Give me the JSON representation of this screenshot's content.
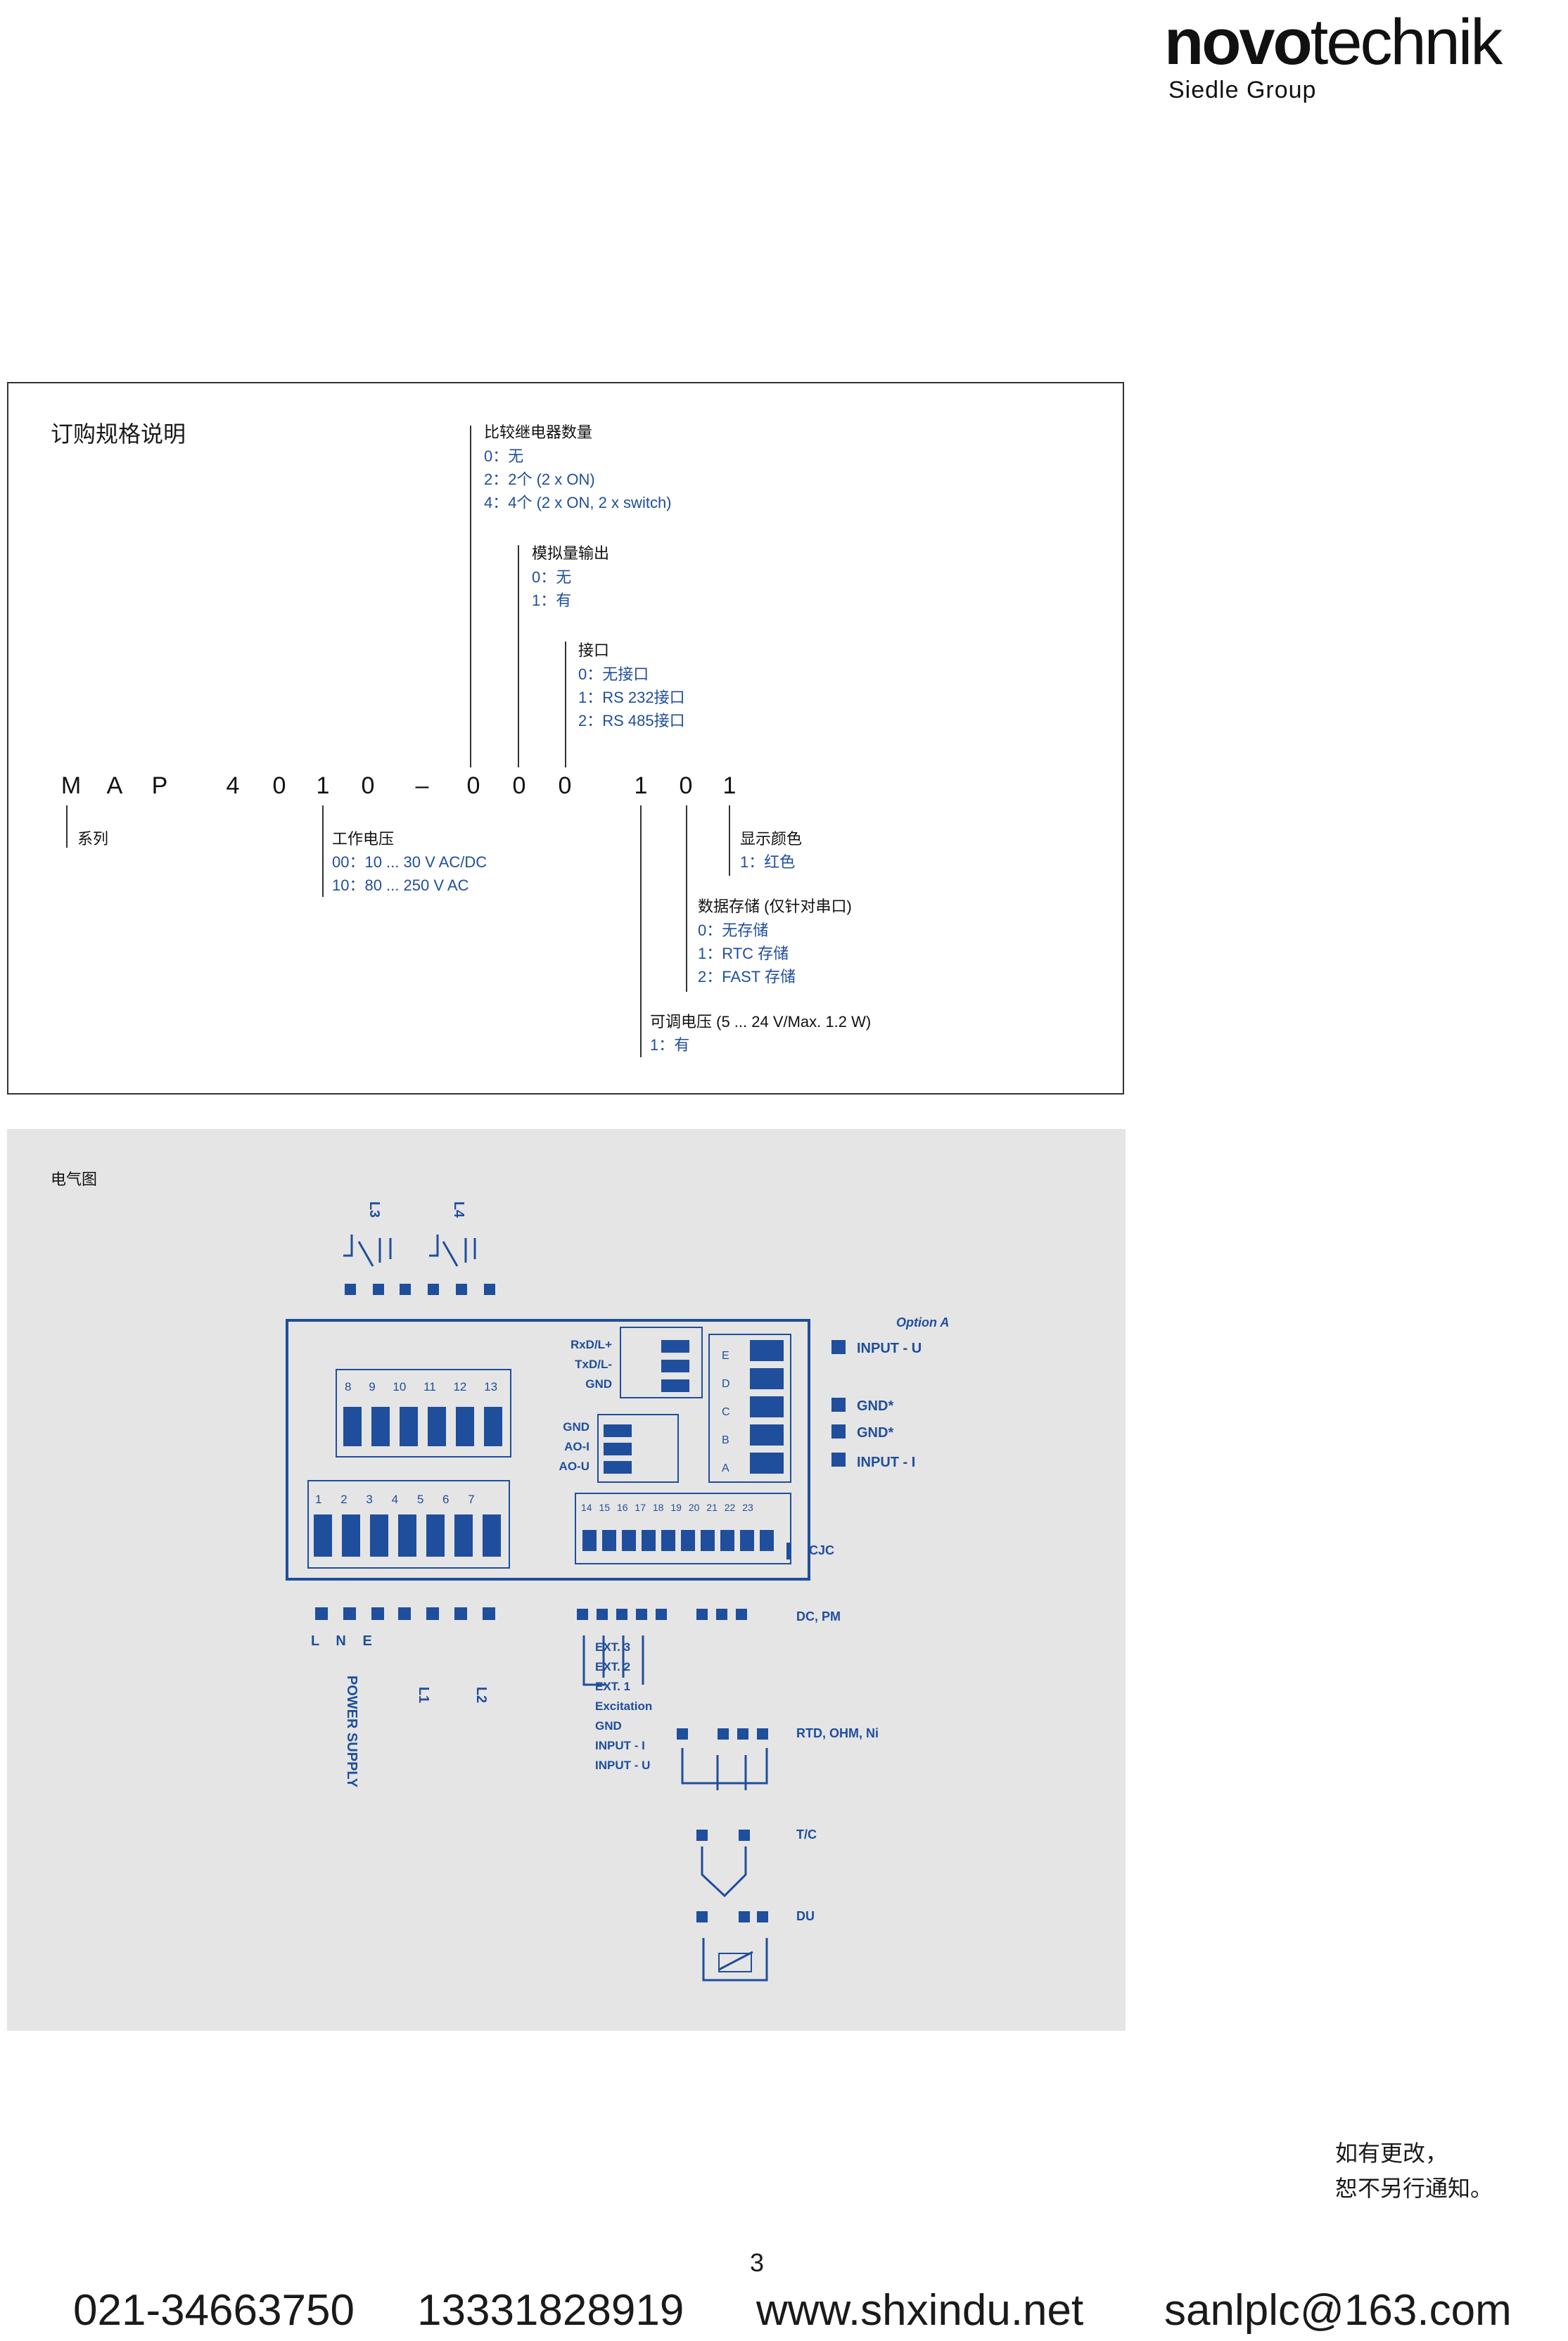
{
  "brand": {
    "bold": "novo",
    "light": "technik",
    "sub": "Siedle Group"
  },
  "ordering": {
    "title": "订购规格说明",
    "code": [
      "M",
      "A",
      "P",
      "4",
      "0",
      "1",
      "0",
      "–",
      "0",
      "0",
      "0",
      "1",
      "0",
      "1"
    ],
    "relays": {
      "head": "比较继电器数量",
      "items": [
        "0：无",
        "2：2个 (2 x ON)",
        "4：4个 (2 x ON, 2 x switch)"
      ]
    },
    "analog": {
      "head": "模拟量输出",
      "items": [
        "0：无",
        "1：有"
      ]
    },
    "interface": {
      "head": "接口",
      "items": [
        "0：无接口",
        "1：RS 232接口",
        "2：RS 485接口"
      ]
    },
    "series": {
      "head": "系列"
    },
    "voltage": {
      "head": "工作电压",
      "items": [
        "00：10 ... 30 V AC/DC",
        "10：80 ... 250 V AC"
      ]
    },
    "color": {
      "head": "显示颜色",
      "items": [
        "1：红色"
      ]
    },
    "storage": {
      "head": "数据存储 (仅针对串口)",
      "items": [
        "0：无存储",
        "1：RTC 存储",
        "2：FAST 存储"
      ]
    },
    "adjustable": {
      "head": "可调电压 (5 ... 24 V/Max. 1.2 W)",
      "items": [
        "1：有"
      ]
    }
  },
  "wiring": {
    "title": "电气图",
    "relays_top": [
      "L3",
      "L4"
    ],
    "terminals_top": [
      "8",
      "9",
      "10",
      "11",
      "12",
      "13"
    ],
    "terminals_bottom": [
      "1",
      "2",
      "3",
      "4",
      "5",
      "6",
      "7"
    ],
    "terminals_cjc": [
      "14",
      "15",
      "16",
      "17",
      "18",
      "19",
      "20",
      "21",
      "22",
      "23"
    ],
    "serial": [
      "RxD/L+",
      "TxD/L-",
      "GND"
    ],
    "analog_out": [
      "GND",
      "AO-I",
      "AO-U"
    ],
    "input_letters": [
      "E",
      "D",
      "C",
      "B",
      "A"
    ],
    "option_a": "Option A",
    "option_a_labels": [
      "INPUT - U",
      "GND*",
      "GND*",
      "INPUT - I"
    ],
    "cjc": "CJC",
    "power_labels": [
      "L",
      "N",
      "E"
    ],
    "power_supply": "POWER SUPPLY",
    "relay_bottom": [
      "L1",
      "L2"
    ],
    "ext_labels": [
      "EXT. 3",
      "EXT. 2",
      "EXT. 1",
      "Excitation",
      "GND",
      "INPUT - I",
      "INPUT - U"
    ],
    "dc_pm": "DC, PM",
    "rtd": "RTD, OHM, Ni",
    "tc": "T/C",
    "du": "DU"
  },
  "notice": [
    "如有更改，",
    "恕不另行通知。"
  ],
  "page_number": "3",
  "footer": {
    "phone1": "021-34663750",
    "phone2": "13331828919",
    "web": "www.shxindu.net",
    "email": "sanlplc@163.com"
  },
  "colors": {
    "accent": "#1f4e9c",
    "panel": "#e5e5e5",
    "frame": "#333333"
  }
}
